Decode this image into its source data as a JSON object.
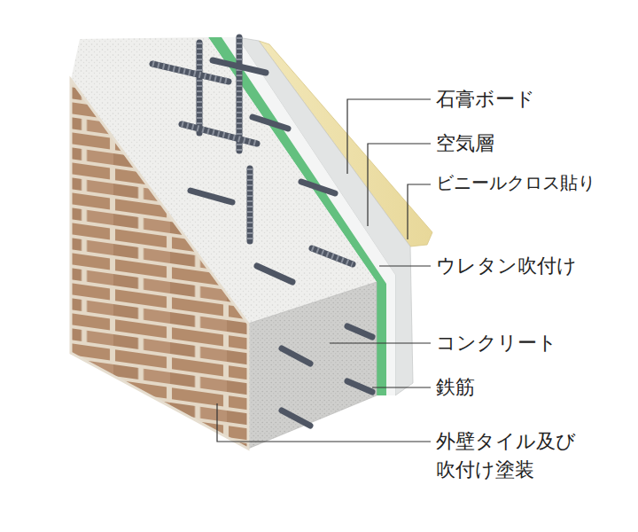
{
  "diagram": {
    "labels": [
      "石膏ボード",
      "空気層",
      "ビニールクロス貼り",
      "ウレタン吹付け",
      "コンクリート",
      "鉄筋",
      "外壁タイル及び 吹付け塗装"
    ]
  }
}
